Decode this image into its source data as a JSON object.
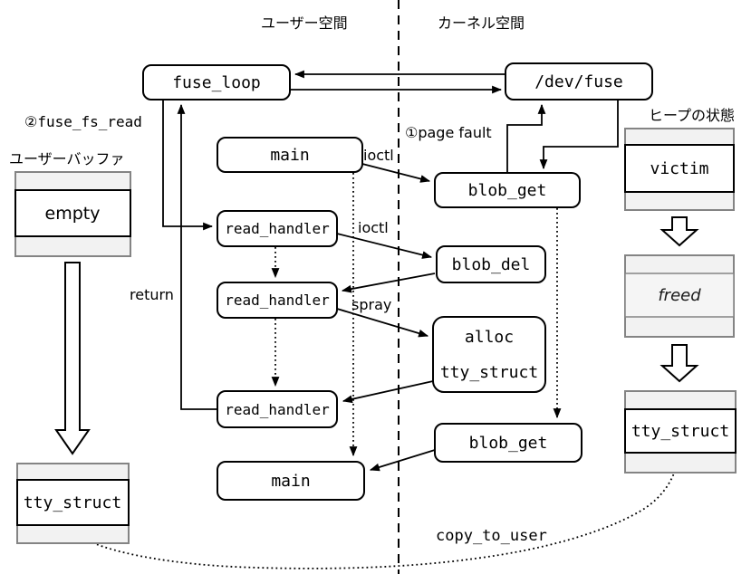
{
  "diagram": {
    "regions": {
      "user_space": "ユーザー空間",
      "kernel_space": "カーネル空間"
    },
    "nodes": {
      "fuse_loop": "fuse_loop",
      "dev_fuse": "/dev/fuse",
      "main_top": "main",
      "blob_get_top": "blob_get",
      "read_handler_1": "read_handler",
      "blob_del": "blob_del",
      "read_handler_2": "read_handler",
      "alloc_line1": "alloc",
      "alloc_line2": "tty_struct",
      "read_handler_3": "read_handler",
      "blob_get_bottom": "blob_get",
      "main_bottom": "main"
    },
    "memory": {
      "user_buffer_title": "ユーザーバッファ",
      "empty": "empty",
      "user_tty_struct": "tty_struct",
      "heap_title": "ヒープの状態",
      "victim": "victim",
      "freed": "freed",
      "heap_tty_struct": "tty_struct"
    },
    "edge_labels": {
      "step1_page_fault": "①page fault",
      "step2_fuse_fs_read": "②fuse_fs_read",
      "ioctl_main": "ioctl",
      "ioctl_read": "ioctl",
      "spray": "spray",
      "return_label": "return",
      "copy_to_user": "copy_to_user"
    },
    "colors": {
      "stroke": "#000000",
      "node_fill": "#ffffff",
      "band_fill": "#f2f2f2",
      "band_stroke": "#848484",
      "freed_fill": "#f5f5f5",
      "background": "#ffffff"
    }
  }
}
